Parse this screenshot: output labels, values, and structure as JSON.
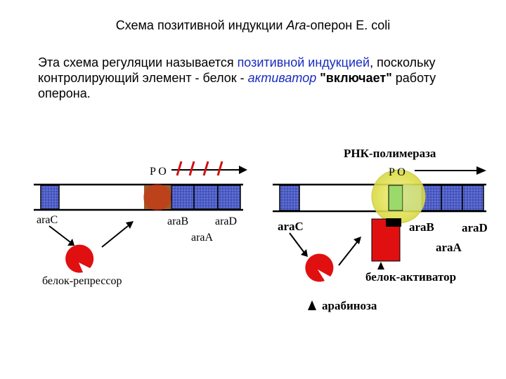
{
  "title": {
    "prefix": "Схема позитивной индукции ",
    "italic": "Ara",
    "suffix": "-оперон E. coli"
  },
  "paragraph": {
    "part1": "Эта схема регуляции называется ",
    "highlight1": "позитивной индукцией",
    "part2": ", поскольку контролирующий элемент - белок - ",
    "highlight2": "активатор",
    "part3": " ",
    "bold": "\"включает\"",
    "part4": " работу оперона."
  },
  "left_diagram": {
    "po_label": "P O",
    "gene_labels": [
      "araC",
      "araB",
      "araD",
      "araA"
    ],
    "protein_label": "белок-репрессор"
  },
  "right_diagram": {
    "polymerase_label": "РНК-полимераза",
    "po_label": "P O",
    "gene_labels": [
      "araC",
      "araB",
      "araD",
      "araA"
    ],
    "protein_label": "белок-активатор",
    "inducer_label": "арабиноза"
  },
  "colors": {
    "dna_blue": "#5060c8",
    "protein_red": "#e01010",
    "highlight_text": "#1a2cc0",
    "polymerase_yellow": "#e8e860",
    "blocked_operator": "#a05a2a",
    "operator_green": "#9bd96a"
  }
}
